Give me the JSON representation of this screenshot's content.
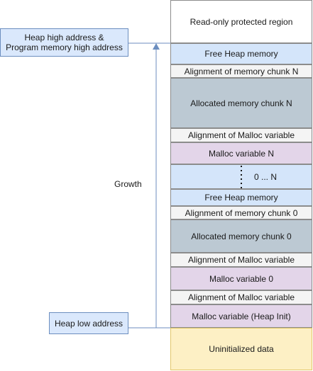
{
  "regions": {
    "readonly": "Read-only protected region",
    "free_heap_top": "Free Heap memory",
    "align_chunk_n": "Alignment of memory chunk N",
    "alloc_chunk_n": "Allocated memory chunk N",
    "align_malloc_1": "Alignment of Malloc variable",
    "malloc_var_n": "Malloc variable N",
    "range": "0 ... N",
    "free_heap_mid": "Free Heap memory",
    "align_chunk_0": "Alignment of memory chunk 0",
    "alloc_chunk_0": "Allocated memory chunk 0",
    "align_malloc_2": "Alignment of Malloc variable",
    "malloc_var_0": "Malloc variable 0",
    "align_malloc_3": "Alignment of Malloc variable",
    "malloc_heap_init": "Malloc variable (Heap Init)",
    "uninit": "Uninitialized data"
  },
  "callouts": {
    "high_line1": "Heap high address &",
    "high_line2": "Program memory high address",
    "low": "Heap low address"
  },
  "growth_label": "Growth",
  "colors": {
    "callout_fill": "#dae8fc",
    "callout_stroke": "#6c8ebf",
    "arrow": "#6c8ebf",
    "free_heap": "#d4e5fa",
    "allocated": "#bcc9d3",
    "malloc": "#e3d5e9",
    "alignment": "#f4f4f4",
    "uninitialized": "#fdf0c5"
  }
}
